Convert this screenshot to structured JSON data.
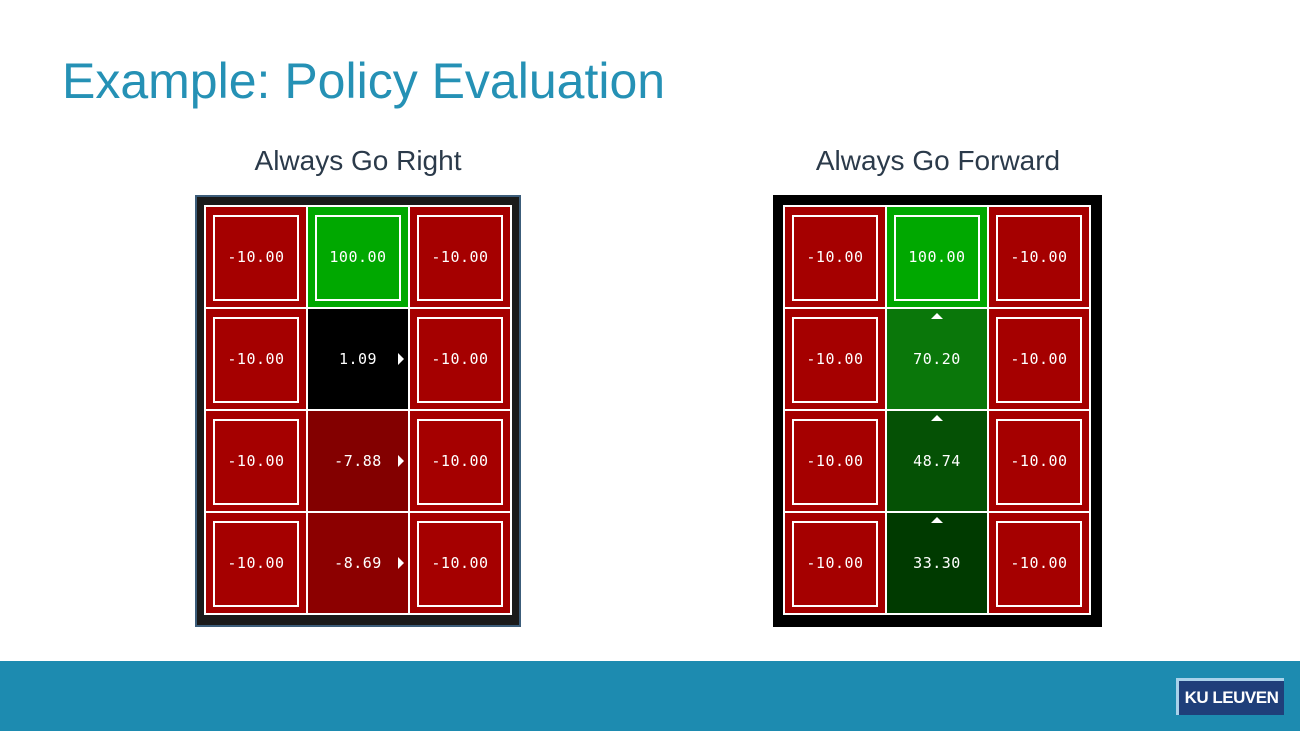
{
  "slide": {
    "title": "Example: Policy Evaluation"
  },
  "colors": {
    "title": "#2591b5",
    "footer": "#1d8bb0",
    "logo_bg": "#1f3f7a"
  },
  "left_panel": {
    "title": "Always Go Right",
    "grid": [
      [
        {
          "value": "-10.00",
          "color": "#a50000",
          "terminal": true
        },
        {
          "value": "100.00",
          "color": "#00a800",
          "terminal": true
        },
        {
          "value": "-10.00",
          "color": "#a50000",
          "terminal": true
        }
      ],
      [
        {
          "value": "-10.00",
          "color": "#a50000",
          "terminal": true
        },
        {
          "value": "1.09",
          "color": "#000000",
          "terminal": false,
          "arrow": "right"
        },
        {
          "value": "-10.00",
          "color": "#a50000",
          "terminal": true
        }
      ],
      [
        {
          "value": "-10.00",
          "color": "#a50000",
          "terminal": true
        },
        {
          "value": "-7.88",
          "color": "#830000",
          "terminal": false,
          "arrow": "right"
        },
        {
          "value": "-10.00",
          "color": "#a50000",
          "terminal": true
        }
      ],
      [
        {
          "value": "-10.00",
          "color": "#a50000",
          "terminal": true
        },
        {
          "value": "-8.69",
          "color": "#8c0000",
          "terminal": false,
          "arrow": "right"
        },
        {
          "value": "-10.00",
          "color": "#a50000",
          "terminal": true
        }
      ]
    ]
  },
  "right_panel": {
    "title": "Always Go Forward",
    "grid": [
      [
        {
          "value": "-10.00",
          "color": "#a50000",
          "terminal": true
        },
        {
          "value": "100.00",
          "color": "#00a800",
          "terminal": true
        },
        {
          "value": "-10.00",
          "color": "#a50000",
          "terminal": true
        }
      ],
      [
        {
          "value": "-10.00",
          "color": "#a50000",
          "terminal": true
        },
        {
          "value": "70.20",
          "color": "#0a770a",
          "terminal": false,
          "arrow": "up"
        },
        {
          "value": "-10.00",
          "color": "#a50000",
          "terminal": true
        }
      ],
      [
        {
          "value": "-10.00",
          "color": "#a50000",
          "terminal": true
        },
        {
          "value": "48.74",
          "color": "#055105",
          "terminal": false,
          "arrow": "up"
        },
        {
          "value": "-10.00",
          "color": "#a50000",
          "terminal": true
        }
      ],
      [
        {
          "value": "-10.00",
          "color": "#a50000",
          "terminal": true
        },
        {
          "value": "33.30",
          "color": "#003a00",
          "terminal": false,
          "arrow": "up"
        },
        {
          "value": "-10.00",
          "color": "#a50000",
          "terminal": true
        }
      ]
    ]
  },
  "footer": {
    "logo_text": "KU LEUVEN"
  }
}
